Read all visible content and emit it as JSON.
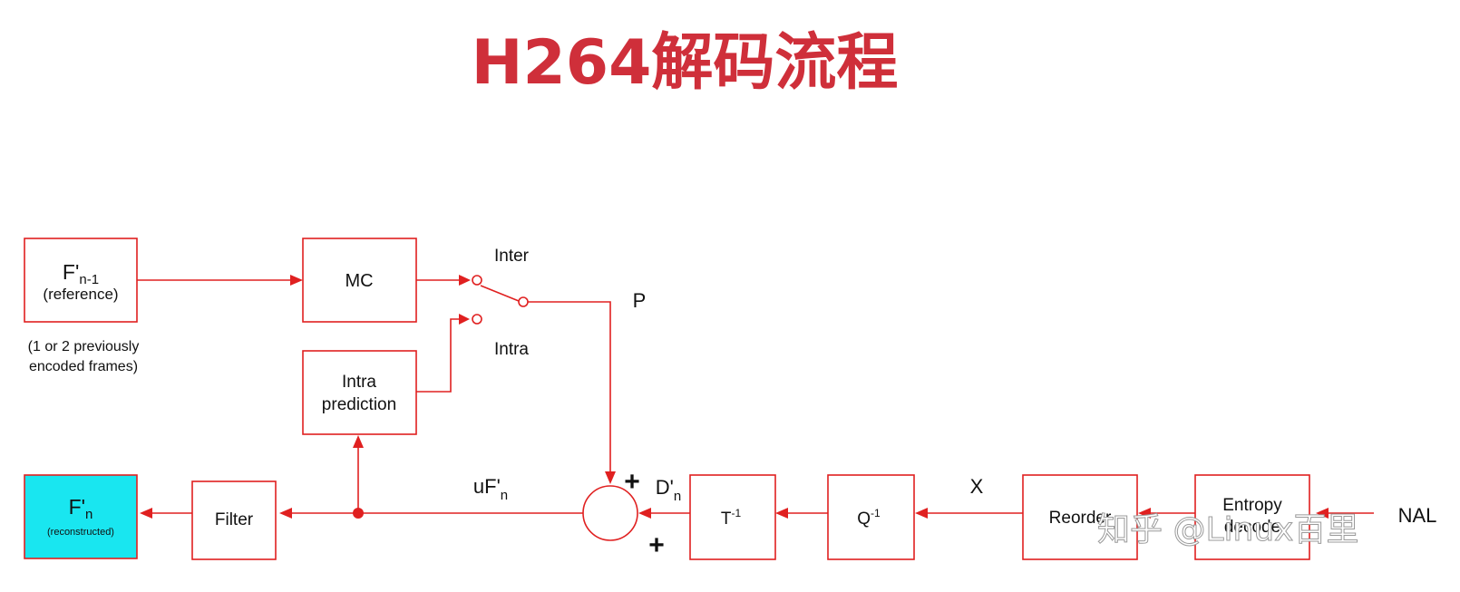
{
  "title": "H264解码流程",
  "blocks": {
    "ref_frame": {
      "main": "F'",
      "sub": "n-1",
      "line2": "(reference)"
    },
    "ref_note": {
      "line1": "(1 or 2 previously",
      "line2": "encoded frames)"
    },
    "mc": "MC",
    "intra_pred": {
      "line1": "Intra",
      "line2": "prediction"
    },
    "reconstructed": {
      "main": "F'",
      "sub": "n",
      "line2": "(reconstructed)"
    },
    "filter": "Filter",
    "inv_transform": {
      "main": "T",
      "sup": "-1"
    },
    "inv_quant": {
      "main": "Q",
      "sup": "-1"
    },
    "reorder": "Reorder",
    "entropy": {
      "line1": "Entropy",
      "line2": "decode"
    }
  },
  "labels": {
    "inter": "Inter",
    "intra": "Intra",
    "p": "P",
    "uf": {
      "main": "uF'",
      "sub": "n"
    },
    "d": {
      "main": "D'",
      "sub": "n"
    },
    "x": "X",
    "nal": "NAL",
    "plus_top": "+",
    "plus_bottom": "+"
  },
  "watermark": "知乎 @Linux百里",
  "colors": {
    "title": "#cf2f3a",
    "line": "#e02020",
    "reconstructed_fill": "#19e6f0"
  }
}
